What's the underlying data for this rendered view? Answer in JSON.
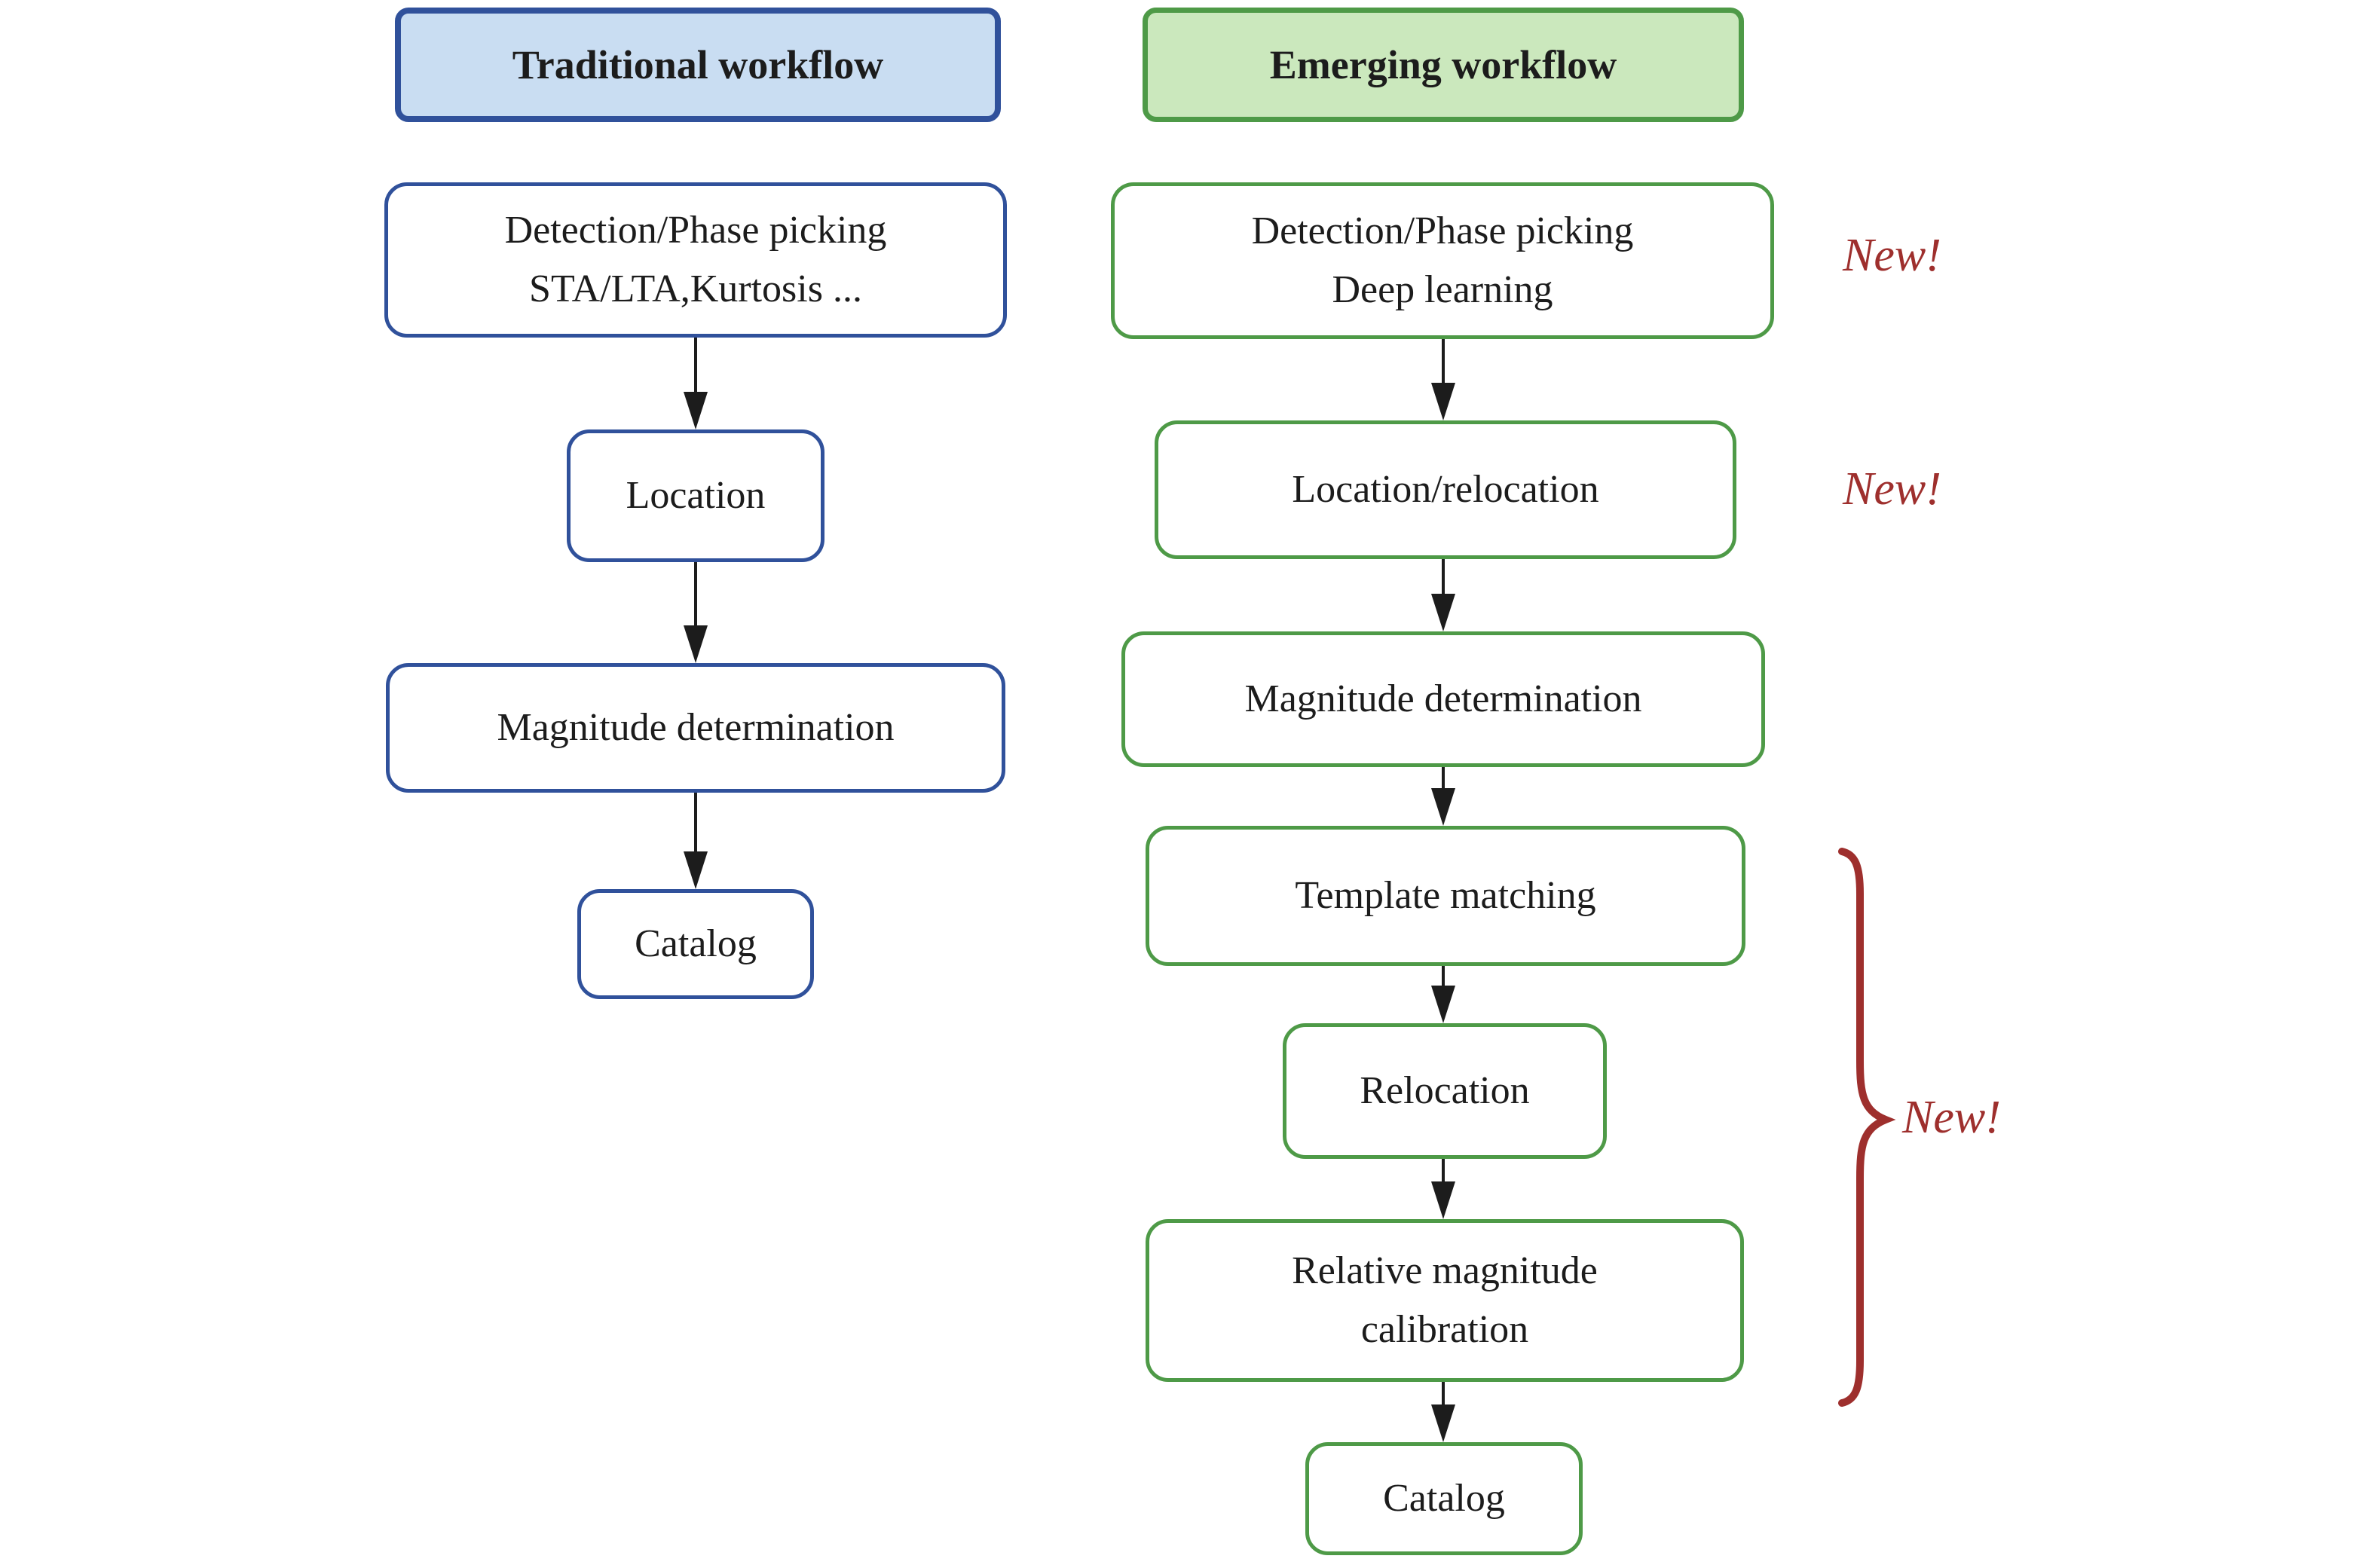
{
  "figure": {
    "type": "flowchart-comparison",
    "background": "#ffffff"
  },
  "colors": {
    "traditional_border": "#30519b",
    "traditional_header_fill": "#c9ddf2",
    "emerging_border": "#4e9a47",
    "emerging_header_fill": "#cbe8bd",
    "box_fill": "#ffffff",
    "text": "#1c1c1c",
    "arrow": "#1c1c1c",
    "annotation": "#9e2f2d"
  },
  "columns": [
    {
      "id": "traditional",
      "header": {
        "label": "Traditional workflow"
      },
      "boxes": [
        {
          "id": "t-detection",
          "lines": [
            "Detection/Phase picking",
            "STA/LTA,Kurtosis ..."
          ]
        },
        {
          "id": "t-location",
          "lines": [
            "Location"
          ]
        },
        {
          "id": "t-magnitude",
          "lines": [
            "Magnitude determination"
          ]
        },
        {
          "id": "t-catalog",
          "lines": [
            "Catalog"
          ]
        }
      ]
    },
    {
      "id": "emerging",
      "header": {
        "label": "Emerging workflow"
      },
      "boxes": [
        {
          "id": "e-detection",
          "lines": [
            "Detection/Phase picking",
            "Deep learning"
          ]
        },
        {
          "id": "e-location",
          "lines": [
            "Location/relocation"
          ]
        },
        {
          "id": "e-magnitude",
          "lines": [
            "Magnitude determination"
          ]
        },
        {
          "id": "e-template",
          "lines": [
            "Template matching"
          ]
        },
        {
          "id": "e-relocation",
          "lines": [
            "Relocation"
          ]
        },
        {
          "id": "e-relmag",
          "lines": [
            "Relative magnitude",
            "calibration"
          ]
        },
        {
          "id": "e-catalog",
          "lines": [
            "Catalog"
          ]
        }
      ]
    }
  ],
  "annotations": {
    "color": "#9e2f2d",
    "items": [
      {
        "id": "new-detection",
        "label": "New!"
      },
      {
        "id": "new-location",
        "label": "New!"
      },
      {
        "id": "new-brace-group",
        "label": "New!"
      }
    ]
  }
}
